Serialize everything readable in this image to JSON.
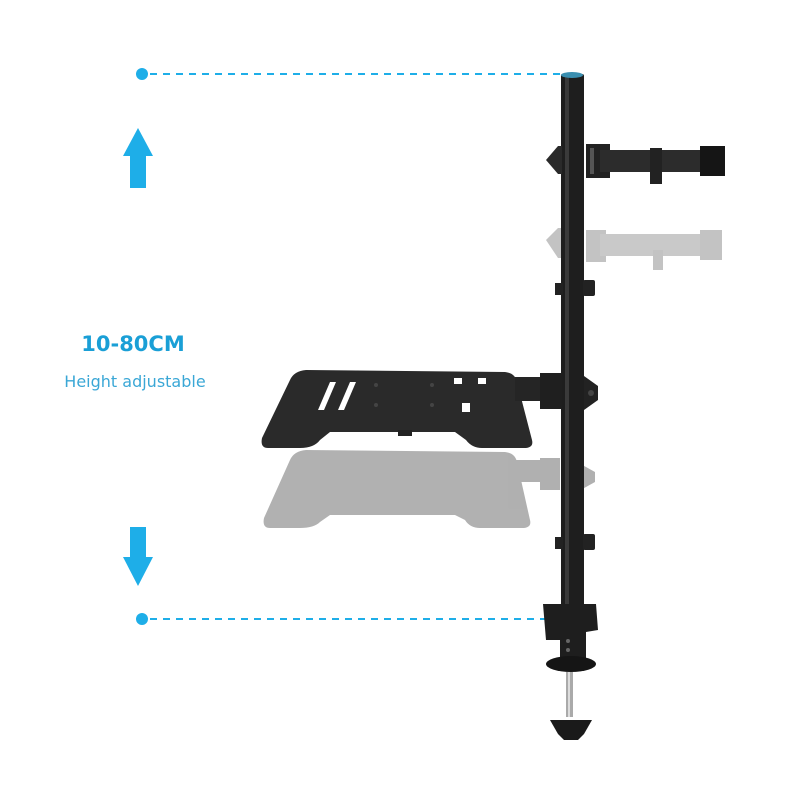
{
  "infographic": {
    "range_label": "10-80CM",
    "feature_label": "Height adjustable",
    "accent_color": "#1eaee8",
    "text_color": "#1a9fd6"
  },
  "product": {
    "name": "Monitor arm with laptop tray on pole",
    "parts": [
      "pole",
      "monitor-arm",
      "laptop-tray",
      "desk-clamp",
      "clamp-screw-knob"
    ]
  }
}
